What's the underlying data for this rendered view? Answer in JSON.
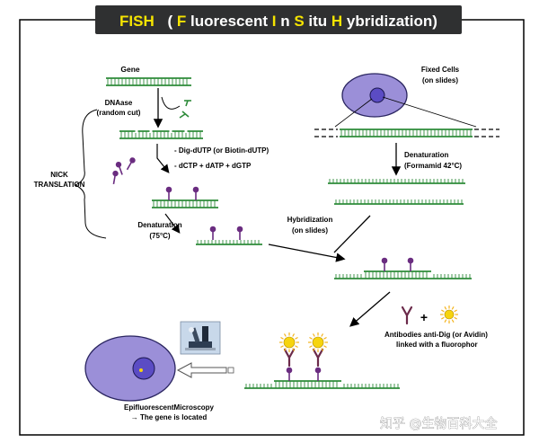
{
  "title": {
    "part1": "FISH",
    "part2": "(",
    "letter_f": "F",
    "rest_f": "luorescent ",
    "letter_i": "I",
    "rest_i": "n ",
    "letter_s": "S",
    "rest_s": "itu ",
    "letter_h": "H",
    "rest_h": "ybridization)",
    "accent_color": "#f5e400",
    "bar_color": "#2f3031"
  },
  "labels": {
    "gene": "Gene",
    "dnaase_1": "DNAase",
    "dnaase_2": "(random cut)",
    "reagent_1": "- Dig-dUTP (or Biotin-dUTP)",
    "reagent_2": "- dCTP + dATP + dGTP",
    "nick_1": "NICK",
    "nick_2": "TRANSLATION",
    "denat_left_1": "Denaturation",
    "denat_left_2": "(75°C)",
    "fixed_1": "Fixed Cells",
    "fixed_2": "(on slides)",
    "denat_right_1": "Denaturation",
    "denat_right_2": "(Formamid 42°C)",
    "hybrid_1": "Hybridization",
    "hybrid_2": "(on slides)",
    "antibody_1": "Antibodies anti-Dig (or Avidin)",
    "antibody_2": "linked with a fluorophor",
    "plus": "+",
    "epi_1": "EpifluorescentMicroscopy",
    "epi_2": "→ The gene is located"
  },
  "watermark": "知乎 @生物百科大全",
  "colors": {
    "dna_green": "#2e8b3a",
    "probe_purple": "#6a2c80",
    "cell_fill": "#9b8fd8",
    "cell_stroke": "#2a2560",
    "nucleus_fill": "#5b4cc4",
    "fluor_yellow": "#f6d40e",
    "fluor_rays": "#f3b21a",
    "antibody": "#6b2a4a"
  }
}
